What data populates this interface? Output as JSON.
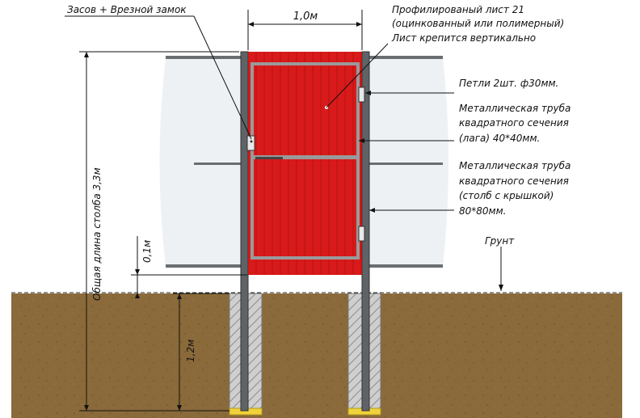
{
  "labels": {
    "bolt_lock": "Засов + Врезной замок",
    "width": "1,0м",
    "sheet_line1": "Профилированый лист 21",
    "sheet_line2": "(оцинкованный или полимерный)",
    "sheet_line3": "Лист крепится вертикально",
    "hinges": "Петли 2шт. ф30мм.",
    "lag_line1": "Металлическая труба",
    "lag_line2": "квадратного сечения",
    "lag_line3": "(лага) 40*40мм.",
    "post_line1": "Металлическая труба",
    "post_line2": "квадратного сечения",
    "post_line3": "(столб с крышкой)",
    "post_line4": "80*80мм.",
    "ground": "Грунт",
    "clearance": "0,1м",
    "total_length": "Общая длина столба 3,3м",
    "depth": "1,2м"
  },
  "colors": {
    "sheet_red": "#d91a1a",
    "frame": "#9a9a9a",
    "post": "#5f6366",
    "soil": "#8a6a3a",
    "concrete": "#c9c9c9",
    "sand": "#f0d23c",
    "background_fence": "#eef1f3"
  }
}
